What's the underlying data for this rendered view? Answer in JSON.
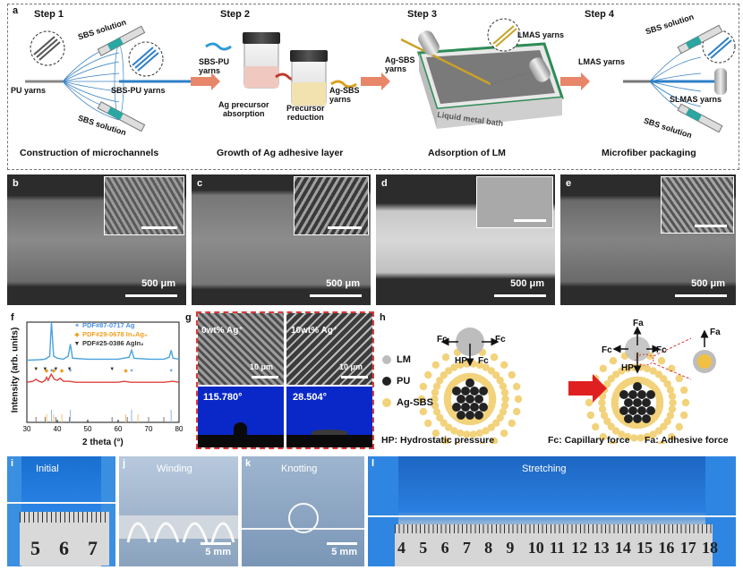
{
  "panel_a": {
    "label": "a",
    "steps": [
      {
        "id": "Step 1",
        "caption": "Construction of microchannels"
      },
      {
        "id": "Step 2",
        "caption": "Growth of Ag adhesive layer"
      },
      {
        "id": "Step 3",
        "caption": "Adsorption of LM"
      },
      {
        "id": "Step 4",
        "caption": "Microfiber packaging"
      }
    ],
    "s1": {
      "sbs_top": "SBS solution",
      "sbs_bottom": "SBS solution",
      "pu_yarns": "PU yarns",
      "sbs_pu_yarns": "SBS-PU yarns"
    },
    "s2": {
      "sbs_pu": "SBS-PU\nyarns",
      "ag_precursor": "Ag precursor\nabsorption",
      "precursor_reduction": "Precursor\nreduction",
      "ag_sbs": "Ag-SBS\nyarns"
    },
    "s3": {
      "ag_sbs": "Ag-SBS\nyarns",
      "lmas": "LMAS yarns",
      "bath": "Liquid metal bath"
    },
    "s4": {
      "sbs_top": "SBS solution",
      "sbs_bottom": "SBS solution",
      "lmas": "LMAS yarns",
      "slmas": "SLMAS yarns"
    }
  },
  "sem": [
    {
      "label": "b",
      "scale": "500 μm"
    },
    {
      "label": "c",
      "scale": "500 μm"
    },
    {
      "label": "d",
      "scale": "500 μm"
    },
    {
      "label": "e",
      "scale": "500 μm"
    }
  ],
  "panel_f": {
    "label": "f",
    "legend": [
      {
        "marker": "✶",
        "text": "PDF#87-0717 Ag",
        "color": "#4a90e2"
      },
      {
        "marker": "◆",
        "text": "PDF#29-0678 In₄Ag₉",
        "color": "#f0a020"
      },
      {
        "marker": "▼",
        "text": "PDF#25-0386 AgIn₂",
        "color": "#333333"
      }
    ],
    "colors": {
      "blue": "#4aa3df",
      "red": "#e04040"
    }
  },
  "panel_g": {
    "label": "g",
    "left_title": "0wt% Ag⁺",
    "right_title": "10wt% Ag⁺",
    "left_scale": "10 μm",
    "right_scale": "10 μm",
    "left_angle": "115.780°",
    "right_angle": "28.504°"
  },
  "panel_h": {
    "label": "h",
    "legend": [
      {
        "text": "LM",
        "color": "#bdbdbd"
      },
      {
        "text": "PU",
        "color": "#222222"
      },
      {
        "text": "Ag-SBS",
        "color": "#f2d27a"
      }
    ],
    "fc": "Fc",
    "fa": "Fa",
    "hp": "HP",
    "footer_hp": "HP: Hydrostatic pressure",
    "footer_fc": "Fc: Capillary force",
    "footer_fa": "Fa: Adhesive force"
  },
  "photos": [
    {
      "label": "i",
      "title": "Initial",
      "scale": ""
    },
    {
      "label": "j",
      "title": "Winding",
      "scale": "5 mm"
    },
    {
      "label": "k",
      "title": "Knotting",
      "scale": "5 mm"
    },
    {
      "label": "l",
      "title": "Stretching",
      "scale": ""
    }
  ],
  "ruler_i": [
    "5",
    "6",
    "7"
  ],
  "ruler_l": [
    "4",
    "5",
    "6",
    "7",
    "8",
    "9",
    "10",
    "11",
    "12",
    "13",
    "14",
    "15",
    "16",
    "17",
    "18"
  ],
  "chart_data": {
    "type": "line",
    "xlabel": "2 theta (°)",
    "ylabel": "Intensity (arb. units)",
    "xlim": [
      30,
      80
    ],
    "xticks": [
      30,
      40,
      50,
      60,
      70,
      80
    ],
    "series": [
      {
        "name": "",
        "color": "#4aa3df",
        "x": [
          30,
          34,
          36,
          37.5,
          38.1,
          38.8,
          40,
          42,
          43.6,
          44.3,
          45,
          50,
          55,
          60,
          63.6,
          64.4,
          65.2,
          70,
          75,
          76.8,
          77.4,
          78,
          80
        ],
        "y": [
          0.62,
          0.625,
          0.63,
          0.66,
          1.0,
          0.66,
          0.64,
          0.63,
          0.66,
          0.78,
          0.64,
          0.63,
          0.63,
          0.63,
          0.65,
          0.72,
          0.64,
          0.63,
          0.63,
          0.65,
          0.72,
          0.64,
          0.63
        ]
      },
      {
        "name": "",
        "color": "#e04040",
        "x": [
          30,
          32,
          33,
          34,
          35,
          36,
          36.5,
          37,
          38,
          39,
          40,
          41,
          42,
          44,
          46,
          50,
          55,
          60,
          62,
          64,
          66,
          70,
          75,
          78,
          80
        ],
        "y": [
          0.4,
          0.41,
          0.43,
          0.41,
          0.4,
          0.42,
          0.45,
          0.42,
          0.48,
          0.43,
          0.42,
          0.44,
          0.41,
          0.41,
          0.4,
          0.4,
          0.4,
          0.4,
          0.41,
          0.4,
          0.4,
          0.4,
          0.4,
          0.41,
          0.4
        ]
      }
    ],
    "ref_ag_x": [
      38.1,
      44.3,
      64.4,
      77.4
    ],
    "ref_in4ag9_x": [
      36.5,
      38.8,
      41.5,
      62.5,
      66.5
    ],
    "ref_agin2_x": [
      33,
      36,
      39.5,
      44,
      58,
      63,
      70,
      75
    ]
  }
}
